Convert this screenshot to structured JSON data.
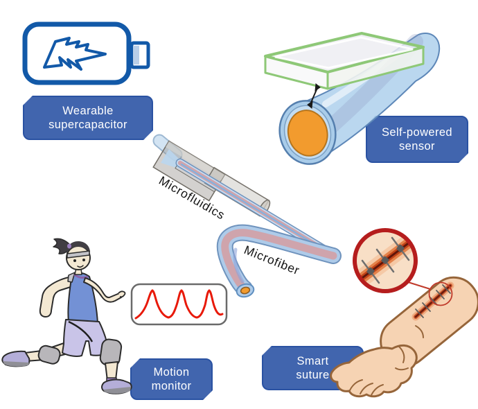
{
  "figure": {
    "description": "Applications diagram of a functional microfiber made by microfluidics",
    "labels": {
      "supercapacitor": {
        "line1": "Wearable",
        "line2": "supercapacitor"
      },
      "sensor": {
        "line1": "Self-powered",
        "line2": "sensor"
      },
      "motion": {
        "line1": "Motion",
        "line2": "monitor"
      },
      "suture": {
        "line1": "Smart",
        "line2": "suture"
      },
      "microfluidics": "Microfluidics",
      "microfiber": "Microfiber"
    },
    "icons": [
      "battery-supercapacitor-icon",
      "fiber-sensor-tube-icon",
      "electrode-plate-icon",
      "pulse-waveform-icon",
      "runner-figure-icon",
      "sutured-arm-icon",
      "wound-magnifier-icon",
      "microfluidic-chip-icon"
    ],
    "colors": {
      "label_box_fill": "#4165ae",
      "label_box_border": "#2a52a2",
      "label_text": "#ffffff",
      "battery_blue": "#1259a8",
      "waveform_red": "#e81909",
      "tube_blue": "#a9cce9",
      "tube_edge_blue": "#5d87b8",
      "core_orange": "#f29b2e",
      "fiber_core_pink": "#cfa4ac",
      "plate_green": "#8ec877",
      "magnifier_red": "#b51d1d",
      "skin": "#f6d3b3",
      "arm_outline": "#96653a",
      "chip_gray": "#6f6b64"
    }
  }
}
